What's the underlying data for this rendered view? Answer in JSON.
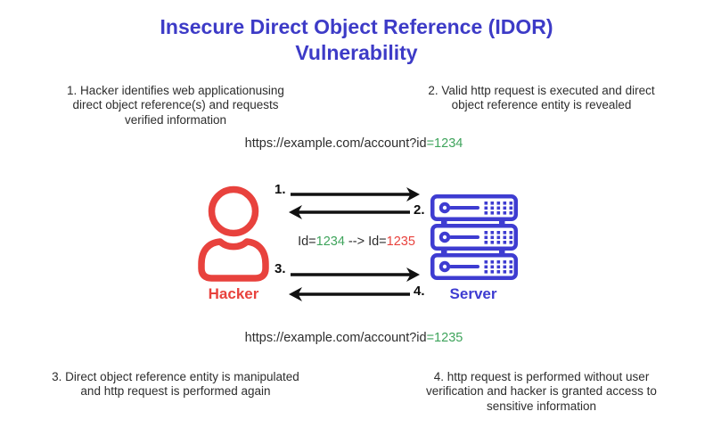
{
  "title": {
    "line1": "Insecure Direct Object Reference (IDOR)",
    "line2": "Vulnerability"
  },
  "steps": {
    "step1": [
      "1. Hacker identifies web applicationusing",
      "direct object reference(s) and requests",
      "verified information"
    ],
    "step2": [
      "2. Valid http request is executed and direct",
      "object reference entity is revealed"
    ],
    "step3": [
      "3. Direct object reference entity is manipulated",
      "and http request is performed again"
    ],
    "step4": [
      "4. http request is performed without user",
      "verification and hacker is granted access to",
      "sensitive information"
    ]
  },
  "urls": {
    "top": {
      "base": "https://example.com/account?id",
      "highlight": "=1234"
    },
    "bottom": {
      "base": "https://example.com/account?id",
      "highlight": "=1235"
    }
  },
  "id_transition": {
    "label_old": "Id=",
    "old_id": "1234",
    "arrow": " --> ",
    "label_new": "Id=",
    "new_id": "1235"
  },
  "actors": {
    "hacker": "Hacker",
    "server": "Server"
  },
  "arrow_labels": [
    "1.",
    "2.",
    "3.",
    "4."
  ],
  "colors": {
    "title_blue": "#3d3bc7",
    "server_blue": "#3e3cd1",
    "hacker_red": "#e8423d",
    "id_green": "#3fa45c",
    "id_red": "#e8423d",
    "text_dark": "#2d2d2d",
    "arrow_black": "#111111",
    "background": "#ffffff"
  }
}
